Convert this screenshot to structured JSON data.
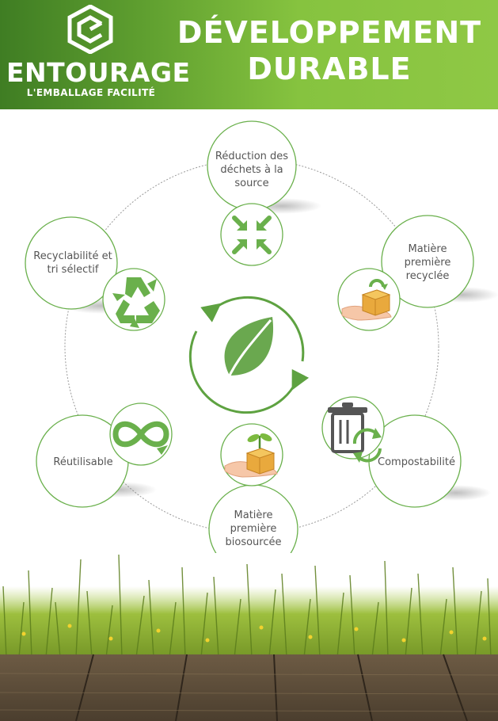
{
  "header": {
    "brand": "ENTOURAGE",
    "tagline": "L'EMBALLAGE FACILITÉ",
    "title_line1": "DÉVELOPPEMENT",
    "title_line2": "DURABLE"
  },
  "cycle": {
    "items": [
      {
        "label": "Réduction des déchets à la source",
        "icon": "compress-arrows-icon"
      },
      {
        "label": "Matière première recyclée",
        "icon": "hand-box-recycle-icon"
      },
      {
        "label": "Compostabilité",
        "icon": "trash-can-recycle-icon"
      },
      {
        "label": "Matière première biosourcée",
        "icon": "hand-box-sprout-icon"
      },
      {
        "label": "Réutilisable",
        "icon": "infinity-icon"
      },
      {
        "label": "Recyclabilité et tri sélectif",
        "icon": "recycle-icon"
      }
    ],
    "center_icon": "leaf-icon"
  },
  "colors": {
    "accent": "#6ab04c",
    "dark_green": "#3f7d23",
    "text": "#555555"
  }
}
